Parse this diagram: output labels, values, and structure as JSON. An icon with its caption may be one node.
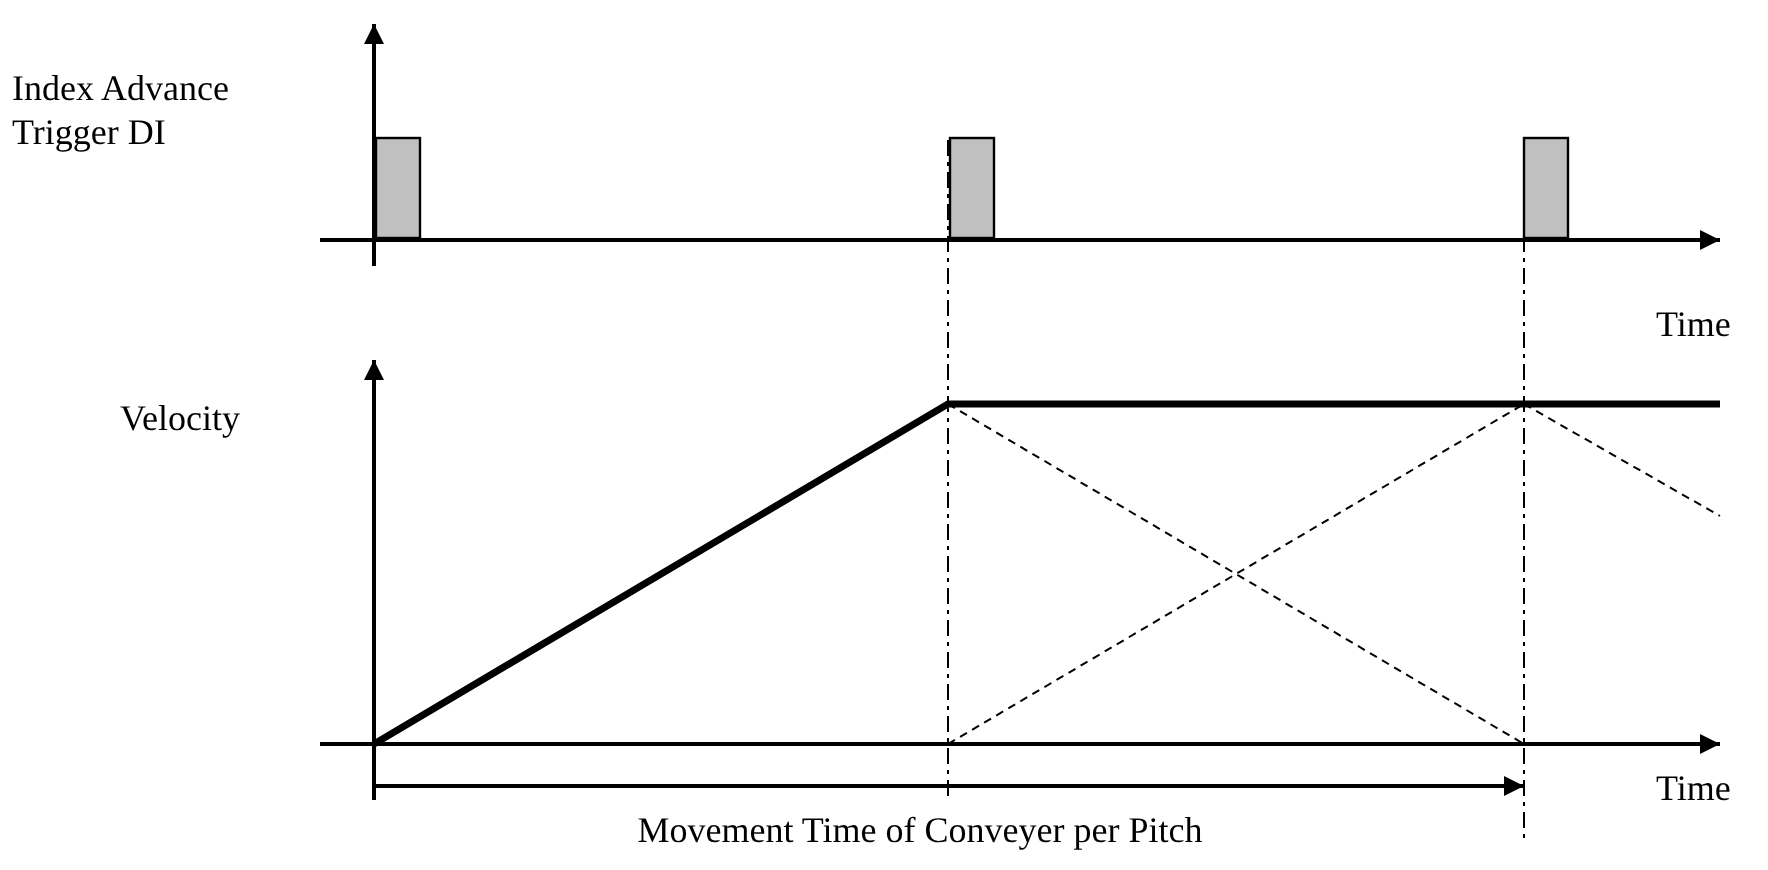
{
  "diagram": {
    "labels": [
      "Index Advance Trigger DI",
      "Time",
      "Velocity",
      "Time",
      "Movement Time of Conveyer per Pitch"
    ]
  }
}
